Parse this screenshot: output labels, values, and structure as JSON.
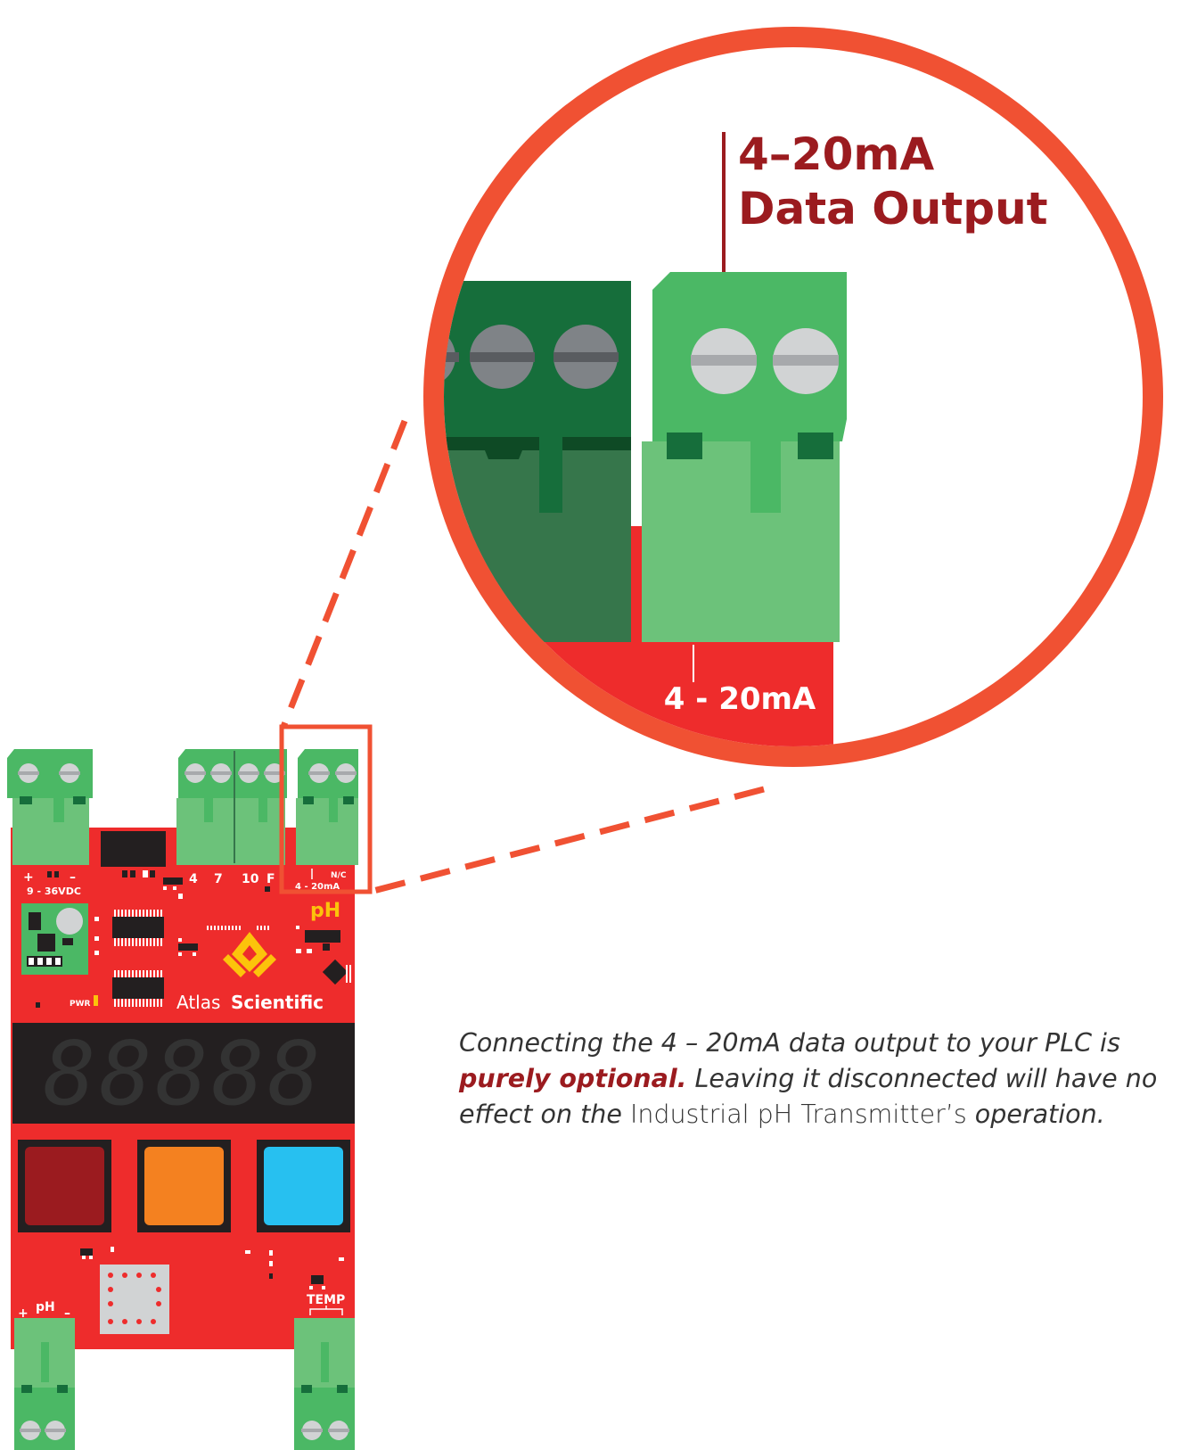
{
  "callout": {
    "title_line1": "4–20mA",
    "title_line2": "Data Output",
    "connector_label": "4 - 20mA"
  },
  "board": {
    "power_plus": "+",
    "power_minus": "–",
    "power_voltage": "9 - 36VDC",
    "cal_4": "4",
    "cal_7": "7",
    "cal_10": "10",
    "cal_f": "F",
    "out_label": "4 - 20mA",
    "nc_label": "N/C",
    "ph_badge": "pH",
    "pwr_label": "PWR",
    "brand_atlas": "Atlas",
    "brand_scientific": "Scientific",
    "display_digits": "88888",
    "probe_plus": "+",
    "probe_label": "pH",
    "probe_minus": "–",
    "temp_label": "TEMP"
  },
  "note": {
    "part1": "Connecting the 4 – 20mA data output to your PLC is ",
    "emphasis": "purely optional.",
    "part2": " Leaving it disconnected will have no effect on the ",
    "product": "Industrial pH Transmitter’s",
    "part3": " operation."
  },
  "colors": {
    "board_red": "#ee2c2c",
    "callout_ring": "#f05133",
    "title_text": "#9b1b1f",
    "terminal_green": "#4bb865",
    "terminal_green_light": "#6cc27a",
    "terminal_green_dark": "#166e3b",
    "button_red": "#9b1b1f",
    "button_orange": "#f48120",
    "button_blue": "#27c0f0",
    "logo_yellow": "#fcc30b"
  }
}
